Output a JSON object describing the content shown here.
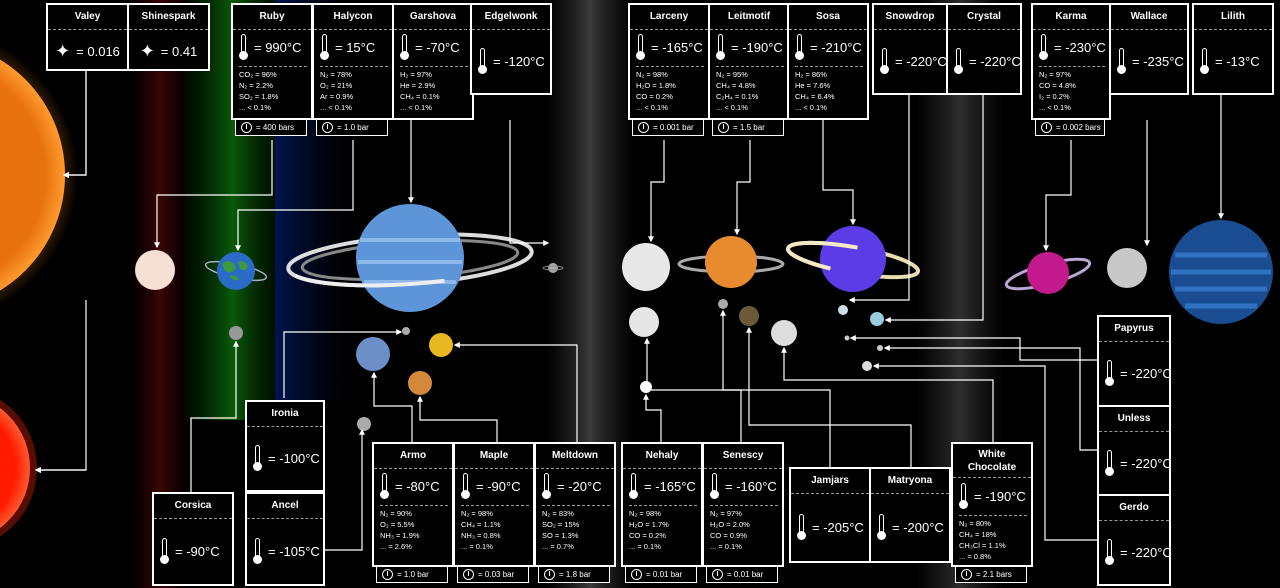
{
  "stars": [
    {
      "name": "Valey",
      "sym": "✦",
      "val": "= 0.016"
    },
    {
      "name": "Shinespark",
      "sym": "✦",
      "val": "= 0.41"
    }
  ],
  "cards": [
    {
      "id": "ruby",
      "name": "Ruby",
      "temp": "= 990°C",
      "comp": [
        "CO₂ = 96%",
        "N₂ = 2.2%",
        "SO₂ = 1.8%",
        "... < 0.1%"
      ],
      "pressure": "= 400 bars"
    },
    {
      "id": "halycon",
      "name": "Halycon",
      "temp": "= 15°C",
      "comp": [
        "N₂ = 78%",
        "O₂ = 21%",
        "Ar = 0.9%",
        "... < 0.1%"
      ],
      "pressure": "= 1.0 bar"
    },
    {
      "id": "garshova",
      "name": "Garshova",
      "temp": "= -70°C",
      "comp": [
        "H₂ = 97%",
        "He = 2.9%",
        "CH₄ = 0.1%",
        "... < 0.1%"
      ]
    },
    {
      "id": "edgelwonk",
      "name": "Edgelwonk",
      "temp": "= -120°C"
    },
    {
      "id": "larceny",
      "name": "Larceny",
      "temp": "= -165°C",
      "comp": [
        "N₂ = 98%",
        "H₂O = 1.8%",
        "CO = 0.2%",
        "... < 0.1%"
      ],
      "pressure": "= 0.001 bar"
    },
    {
      "id": "leitmotif",
      "name": "Leitmotif",
      "temp": "= -190°C",
      "comp": [
        "N₂ = 95%",
        "CH₄ = 4.8%",
        "C₂H₄ = 0.1%",
        "... < 0.1%"
      ],
      "pressure": "= 1.5 bar"
    },
    {
      "id": "sosa",
      "name": "Sosa",
      "temp": "= -210°C",
      "comp": [
        "H₂ = 86%",
        "He = 7.6%",
        "CH₄ = 6.4%",
        "... < 0.1%"
      ]
    },
    {
      "id": "snowdrop",
      "name": "Snowdrop",
      "temp": "= -220°C"
    },
    {
      "id": "crystal",
      "name": "Crystal",
      "temp": "= -220°C"
    },
    {
      "id": "karma",
      "name": "Karma",
      "temp": "= -230°C",
      "comp": [
        "N₂ = 97%",
        "CO = 4.8%",
        "I₂ = 0.2%",
        "... < 0.1%"
      ],
      "pressure": "= 0.002 bars"
    },
    {
      "id": "wallace",
      "name": "Wallace",
      "temp": "= -235°C"
    },
    {
      "id": "lilith",
      "name": "Lilith",
      "temp": "= -13°C"
    },
    {
      "id": "ironia",
      "name": "Ironia",
      "temp": "= -100°C"
    },
    {
      "id": "corsica",
      "name": "Corsica",
      "temp": "= -90°C"
    },
    {
      "id": "ancel",
      "name": "Ancel",
      "temp": "= -105°C"
    },
    {
      "id": "armo",
      "name": "Armo",
      "temp": "= -80°C",
      "comp": [
        "N₂ = 90%",
        "O₂ = 5.5%",
        "NH₃ = 1.9%",
        "... = 2.6%"
      ],
      "pressure": "= 1.0 bar"
    },
    {
      "id": "maple",
      "name": "Maple",
      "temp": "= -90°C",
      "comp": [
        "N₂ = 98%",
        "CH₄ = 1.1%",
        "NH₃ = 0.8%",
        "... = 0.1%"
      ],
      "pressure": "= 0.03 bar"
    },
    {
      "id": "meltdown",
      "name": "Meltdown",
      "temp": "= -20°C",
      "comp": [
        "N₂ = 83%",
        "SO₂ = 15%",
        "SO = 1.3%",
        "... = 0.7%"
      ],
      "pressure": "= 1.8 bar"
    },
    {
      "id": "nehaly",
      "name": "Nehaly",
      "temp": "= -165°C",
      "comp": [
        "N₂ = 98%",
        "H₂O = 1.7%",
        "CO = 0.2%",
        "... = 0.1%"
      ],
      "pressure": "= 0.01 bar"
    },
    {
      "id": "senescy",
      "name": "Senescy",
      "temp": "= -160°C",
      "comp": [
        "N₂ = 97%",
        "H₂O = 2.0%",
        "CO = 0.9%",
        "... = 0.1%"
      ],
      "pressure": "= 0.01 bar"
    },
    {
      "id": "jamjars",
      "name": "Jamjars",
      "temp": "= -205°C"
    },
    {
      "id": "matryona",
      "name": "Matryona",
      "temp": "= -200°C"
    },
    {
      "id": "white-chocolate",
      "name": "White Chocolate",
      "temp": "= -190°C",
      "comp": [
        "N₂ = 80%",
        "CH₄ = 18%",
        "CH₃Cl = 1.1%",
        "... = 0.8%"
      ],
      "pressure": "= 2.1 bars"
    },
    {
      "id": "papyrus",
      "name": "Papyrus",
      "temp": "= -220°C"
    },
    {
      "id": "unless",
      "name": "Unless",
      "temp": "= -220°C"
    },
    {
      "id": "gerdo",
      "name": "Gerdo",
      "temp": "= -220°C"
    }
  ]
}
